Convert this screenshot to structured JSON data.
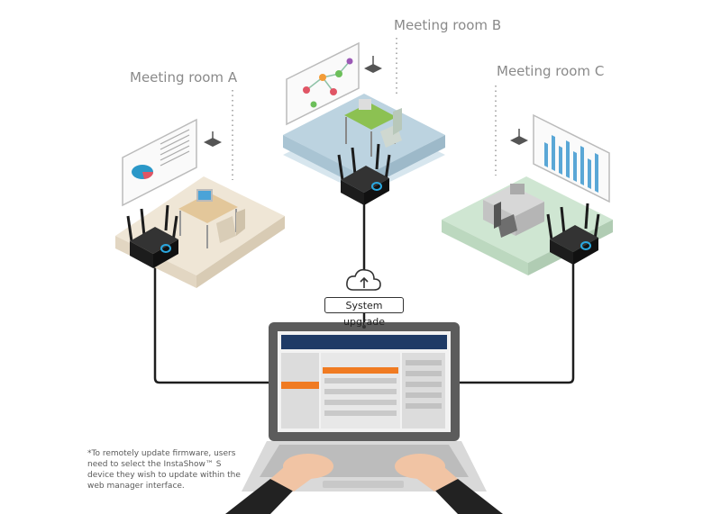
{
  "rooms": {
    "a": {
      "label": "Meeting room A",
      "floor_color": "#efe6d6"
    },
    "b": {
      "label": "Meeting room B",
      "floor_color": "#bcd3e0"
    },
    "c": {
      "label": "Meeting room C",
      "floor_color": "#cfe6d2"
    }
  },
  "upgrade": {
    "label": "System upgrade"
  },
  "footnote": "*To remotely update firmware, users need to select the InstaShow™ S device they wish to update within the web manager interface.",
  "colors": {
    "device": "#1c1c1c",
    "device_led": "#2aa8e0",
    "cable": "#1e1e1e",
    "laptop_header": "#1f3b66",
    "laptop_accent": "#f07b22",
    "label_text": "#8a8a8a"
  },
  "icons": [
    "cloud-upload-icon",
    "wireless-device-icon",
    "projector-icon"
  ]
}
